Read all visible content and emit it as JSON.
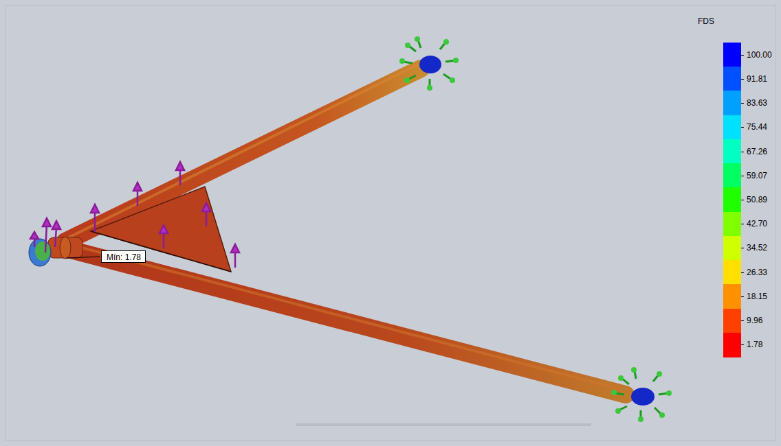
{
  "diagram": {
    "nodes": [
      {
        "text": [
          "Mín: 1.78"
        ]
      }
    ],
    "labels": [
      "FDS"
    ],
    "legend": [
      {
        "text": "100.00",
        "color": "#0000ff"
      },
      {
        "text": "91.81",
        "color": "#0050ff"
      },
      {
        "text": "83.63",
        "color": "#00a0ff"
      },
      {
        "text": "75.44",
        "color": "#00e0ff"
      },
      {
        "text": "67.26",
        "color": "#00ffc0"
      },
      {
        "text": "59.07",
        "color": "#00ff60"
      },
      {
        "text": "50.89",
        "color": "#20ff00"
      },
      {
        "text": "42.70",
        "color": "#80ff00"
      },
      {
        "text": "34.52",
        "color": "#d0ff00"
      },
      {
        "text": "26.33",
        "color": "#ffe000"
      },
      {
        "text": "18.15",
        "color": "#ff9000"
      },
      {
        "text": "9.96",
        "color": "#ff4000"
      },
      {
        "text": "1.78",
        "color": "#ff0000"
      }
    ]
  }
}
